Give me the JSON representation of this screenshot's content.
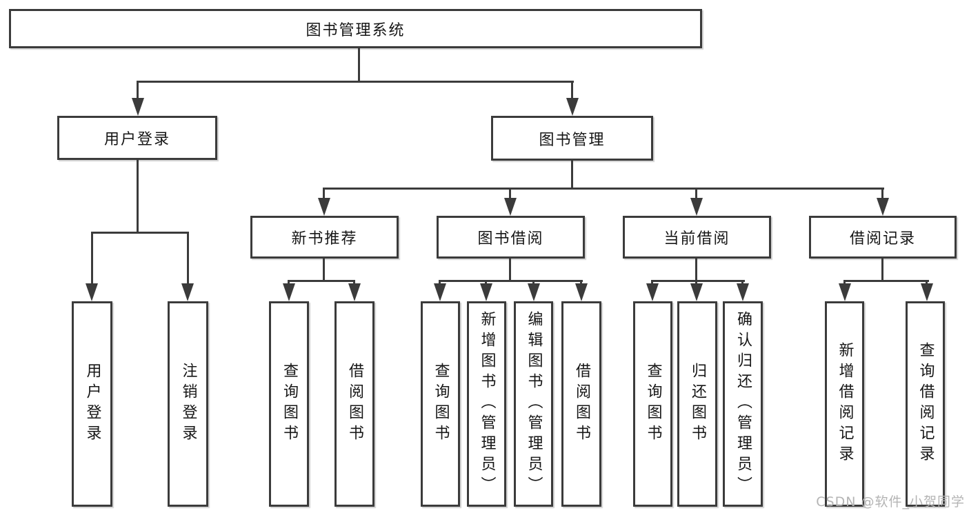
{
  "tree": {
    "root": {
      "label": "图书管理系统"
    },
    "branches": [
      {
        "label": "用户登录",
        "children": [
          {
            "label": "用户登录"
          },
          {
            "label": "注销登录"
          }
        ]
      },
      {
        "label": "图书管理",
        "children": [
          {
            "label": "新书推荐",
            "children": [
              {
                "label": "查询图书"
              },
              {
                "label": "借阅图书"
              }
            ]
          },
          {
            "label": "图书借阅",
            "children": [
              {
                "label": "查询图书"
              },
              {
                "label": "新增图书（管理员）"
              },
              {
                "label": "编辑图书（管理员）"
              },
              {
                "label": "借阅图书"
              }
            ]
          },
          {
            "label": "当前借阅",
            "children": [
              {
                "label": "查询图书"
              },
              {
                "label": "归还图书"
              },
              {
                "label": "确认归还（管理员）"
              }
            ]
          },
          {
            "label": "借阅记录",
            "children": [
              {
                "label": "新增借阅记录"
              },
              {
                "label": "查询借阅记录"
              }
            ]
          }
        ]
      }
    ]
  },
  "watermark": {
    "text": "CSDN @软件_小贺同学"
  },
  "colors": {
    "line": "#3b3b3b",
    "text": "#161616",
    "watermark": "#b4b4b4",
    "background": "#ffffff"
  }
}
